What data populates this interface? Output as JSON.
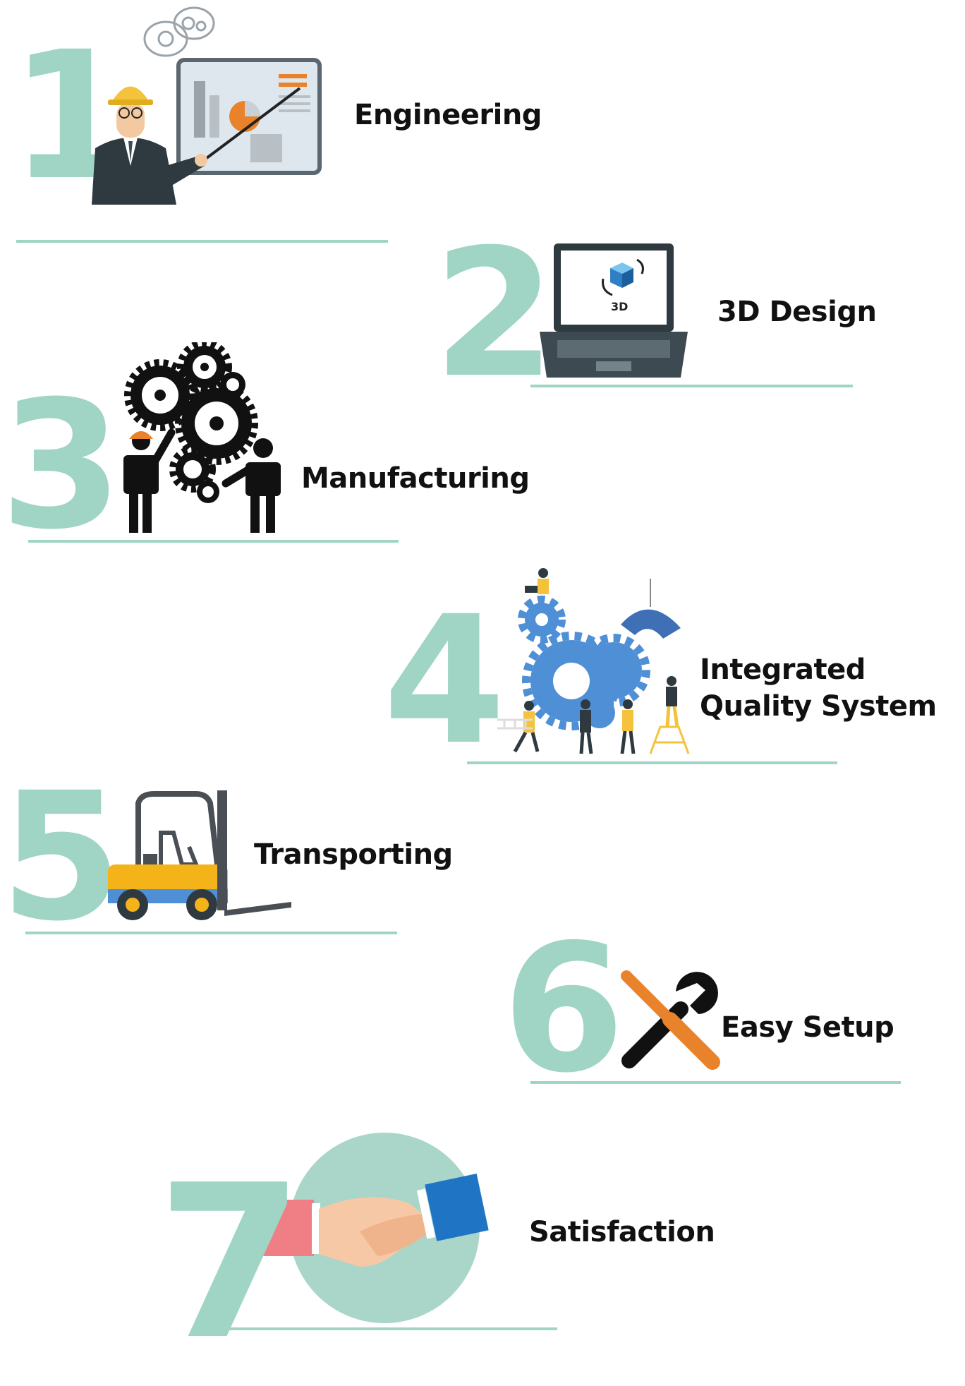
{
  "steps": [
    {
      "number": "1",
      "label": "Engineering",
      "icon": "engineer-presentation-icon"
    },
    {
      "number": "2",
      "label": "3D Design",
      "icon": "laptop-3d-icon",
      "screen_text": "3D"
    },
    {
      "number": "3",
      "label": "Manufacturing",
      "icon": "gears-workers-icon"
    },
    {
      "number": "4",
      "label_lines": [
        "Integrated",
        "Quality System"
      ],
      "icon": "team-gears-icon"
    },
    {
      "number": "5",
      "label": "Transporting",
      "icon": "forklift-icon"
    },
    {
      "number": "6",
      "label": "Easy Setup",
      "icon": "wrench-screwdriver-icon"
    },
    {
      "number": "7",
      "label": "Satisfaction",
      "icon": "handshake-icon"
    }
  ],
  "colors": {
    "accent": "#a0d5c6",
    "text": "#111111",
    "orange": "#e8822b",
    "blue": "#4f8fd6",
    "yellow": "#f5c33b"
  }
}
